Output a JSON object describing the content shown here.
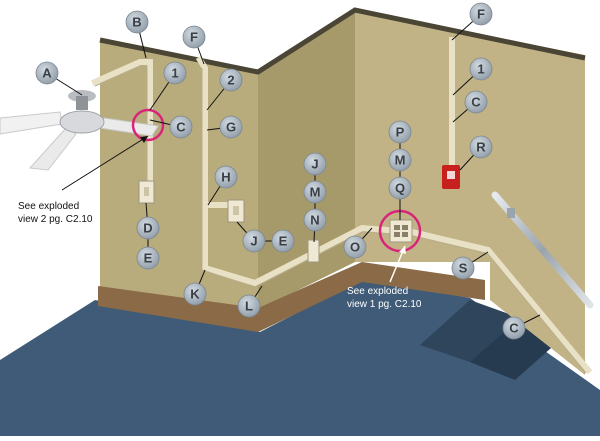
{
  "colors": {
    "wall_left": "#b8ab7c",
    "wall_mid": "#a79a6a",
    "wall_right": "#c1b386",
    "floor": "#3f5b77",
    "baseboard": "#8a6a47",
    "raceway": "#e9e1c6",
    "bubble_fill": "#a7b3be",
    "bubble_text": "#3a3f45",
    "highlight": "#d8257a",
    "alarm": "#c8201f"
  },
  "callouts": [
    {
      "id": "A",
      "label": "A"
    },
    {
      "id": "B",
      "label": "B"
    },
    {
      "id": "1a",
      "label": "1"
    },
    {
      "id": "Ca",
      "label": "C"
    },
    {
      "id": "Fa",
      "label": "F"
    },
    {
      "id": "2",
      "label": "2"
    },
    {
      "id": "G",
      "label": "G"
    },
    {
      "id": "H",
      "label": "H"
    },
    {
      "id": "Ja",
      "label": "J"
    },
    {
      "id": "Ea",
      "label": "E"
    },
    {
      "id": "Da",
      "label": "D"
    },
    {
      "id": "Eb",
      "label": "E"
    },
    {
      "id": "K",
      "label": "K"
    },
    {
      "id": "L",
      "label": "L"
    },
    {
      "id": "Jb",
      "label": "J"
    },
    {
      "id": "Ma",
      "label": "M"
    },
    {
      "id": "N",
      "label": "N"
    },
    {
      "id": "O",
      "label": "O"
    },
    {
      "id": "P",
      "label": "P"
    },
    {
      "id": "Mb",
      "label": "M"
    },
    {
      "id": "Q",
      "label": "Q"
    },
    {
      "id": "Fb",
      "label": "F"
    },
    {
      "id": "1b",
      "label": "1"
    },
    {
      "id": "Cb",
      "label": "C"
    },
    {
      "id": "R",
      "label": "R"
    },
    {
      "id": "S",
      "label": "S"
    },
    {
      "id": "Cc",
      "label": "C"
    }
  ],
  "notes": {
    "note2_line1": "See exploded",
    "note2_line2": "view 2 pg. C2.10",
    "note1_line1": "See exploded",
    "note1_line2": "view 1 pg. C2.10"
  }
}
